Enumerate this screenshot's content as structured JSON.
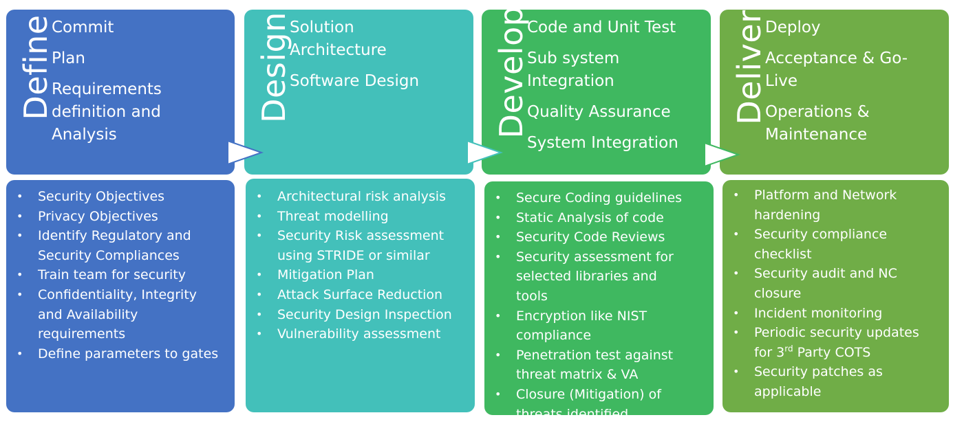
{
  "colors": {
    "define": "#4472c4",
    "design": "#43c0ba",
    "develop": "#3fb860",
    "deliver": "#70ad47",
    "arrow_fill": "#ffffff"
  },
  "phases": [
    {
      "title": "Define",
      "steps": [
        "Commit",
        "Plan",
        "Requirements definition and Analysis"
      ],
      "activities": [
        "Security Objectives",
        "Privacy Objectives",
        "Identify Regulatory and Security Compliances",
        "Train team for security",
        "Confidentiality, Integrity and Availability requirements",
        "Define parameters to gates"
      ]
    },
    {
      "title": "Design",
      "steps": [
        "Solution Architecture",
        "Software Design"
      ],
      "activities": [
        "Architectural risk analysis",
        "Threat modelling",
        "Security Risk assessment using STRIDE or similar",
        "Mitigation Plan",
        "Attack Surface Reduction",
        "Security Design Inspection",
        "Vulnerability assessment"
      ]
    },
    {
      "title": "Develop",
      "steps": [
        "Code and Unit Test",
        "Sub system Integration",
        "Quality Assurance",
        "System Integration"
      ],
      "activities": [
        "Secure Coding guidelines",
        "Static Analysis of code",
        "Security Code Reviews",
        "Security assessment for selected libraries and tools",
        "Encryption like NIST compliance",
        "Penetration test against threat matrix & VA",
        "Closure (Mitigation) of threats identified"
      ]
    },
    {
      "title": "Deliver",
      "steps": [
        "Deploy",
        "Acceptance & Go-Live",
        "Operations & Maintenance"
      ],
      "activities": [
        "Platform and Network hardening",
        "Security compliance checklist",
        "Security audit and NC closure",
        "Incident monitoring",
        "Periodic security updates for 3",
        "Security patches as applicable"
      ],
      "superscript": {
        "index": 4,
        "sup": "rd",
        "after": " Party COTS"
      }
    }
  ]
}
